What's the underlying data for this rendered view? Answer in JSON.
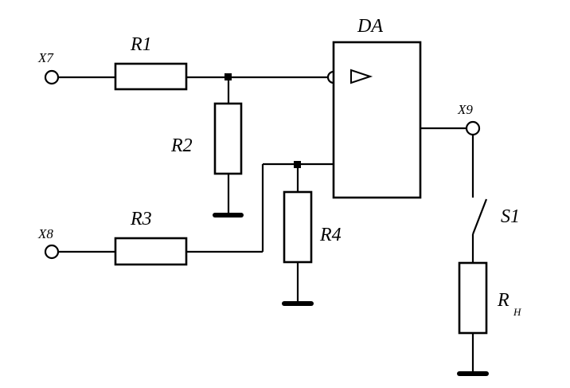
{
  "labels": {
    "x7": "X7",
    "x8": "X8",
    "x9": "X9",
    "r1": "R1",
    "r2": "R2",
    "r3": "R3",
    "r4": "R4",
    "da": "DA",
    "s1": "S1",
    "rh_main": "R",
    "rh_sub": "H"
  },
  "colors": {
    "ink": "#000000",
    "background": "#ffffff"
  }
}
